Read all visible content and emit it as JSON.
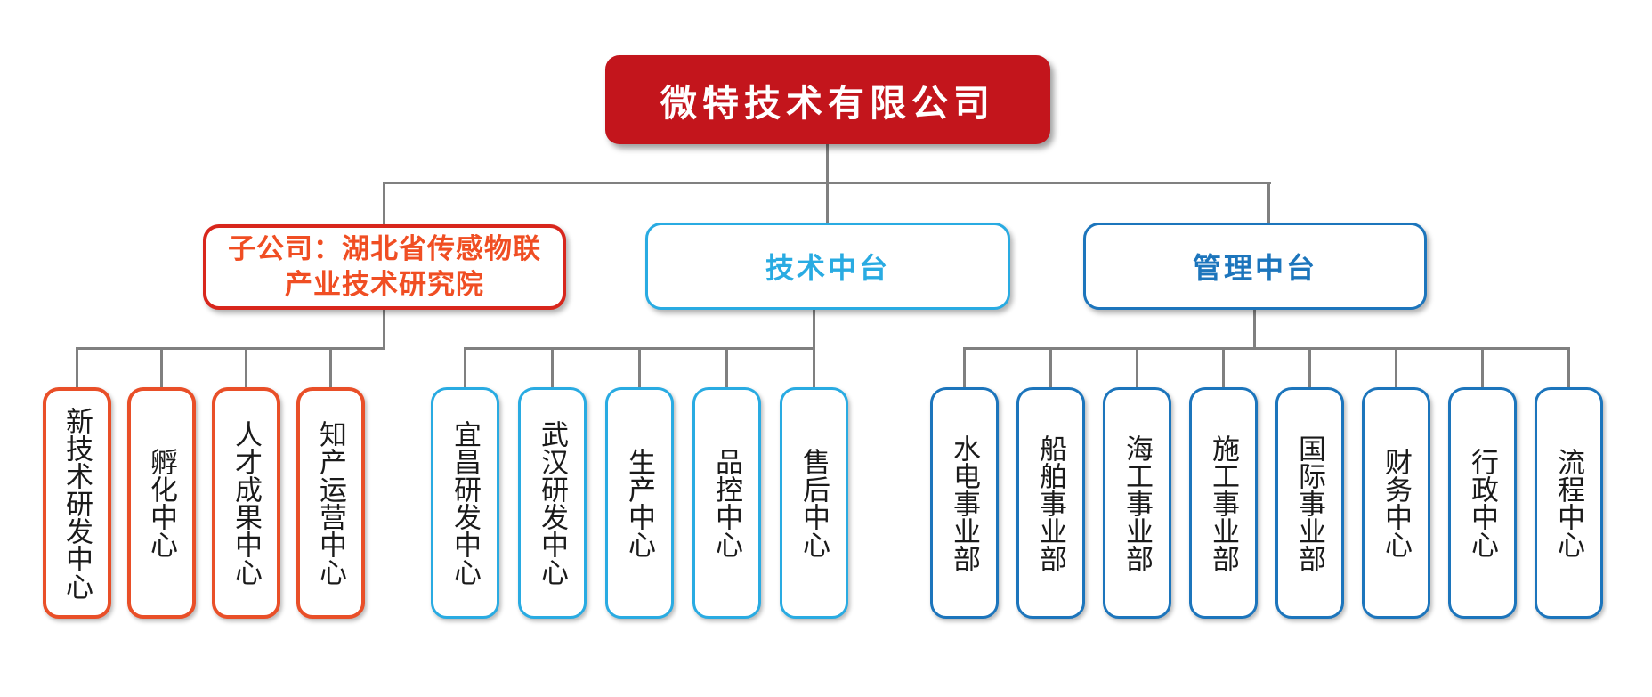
{
  "org": {
    "root": {
      "label": "微特技术有限公司"
    },
    "groups": [
      {
        "name": "subsidiary",
        "parent": {
          "label": "子公司：湖北省传感物联\n产业技术研究院"
        },
        "children": [
          {
            "label": "新技术研发中心"
          },
          {
            "label": "孵化中心"
          },
          {
            "label": "人才成果中心"
          },
          {
            "label": "知产运营中心"
          }
        ]
      },
      {
        "name": "technology-platform",
        "parent": {
          "label": "技术中台"
        },
        "children": [
          {
            "label": "宜昌研发中心"
          },
          {
            "label": "武汉研发中心"
          },
          {
            "label": "生产中心"
          },
          {
            "label": "品控中心"
          },
          {
            "label": "售后中心"
          }
        ]
      },
      {
        "name": "management-platform",
        "parent": {
          "label": "管理中台"
        },
        "children": [
          {
            "label": "水电事业部"
          },
          {
            "label": "船舶事业部"
          },
          {
            "label": "海工事业部"
          },
          {
            "label": "施工事业部"
          },
          {
            "label": "国际事业部"
          },
          {
            "label": "财务中心"
          },
          {
            "label": "行政中心"
          },
          {
            "label": "流程中心"
          }
        ]
      }
    ]
  },
  "theme": {
    "root-fill": "#C3151C",
    "red-border": "#D8261C",
    "orange-text": "#F04E23",
    "orange-border": "#E94F28",
    "cyan": "#29ABE2",
    "blue": "#1C75BC",
    "line": "#808080",
    "child-text": "#1A1A1A"
  }
}
